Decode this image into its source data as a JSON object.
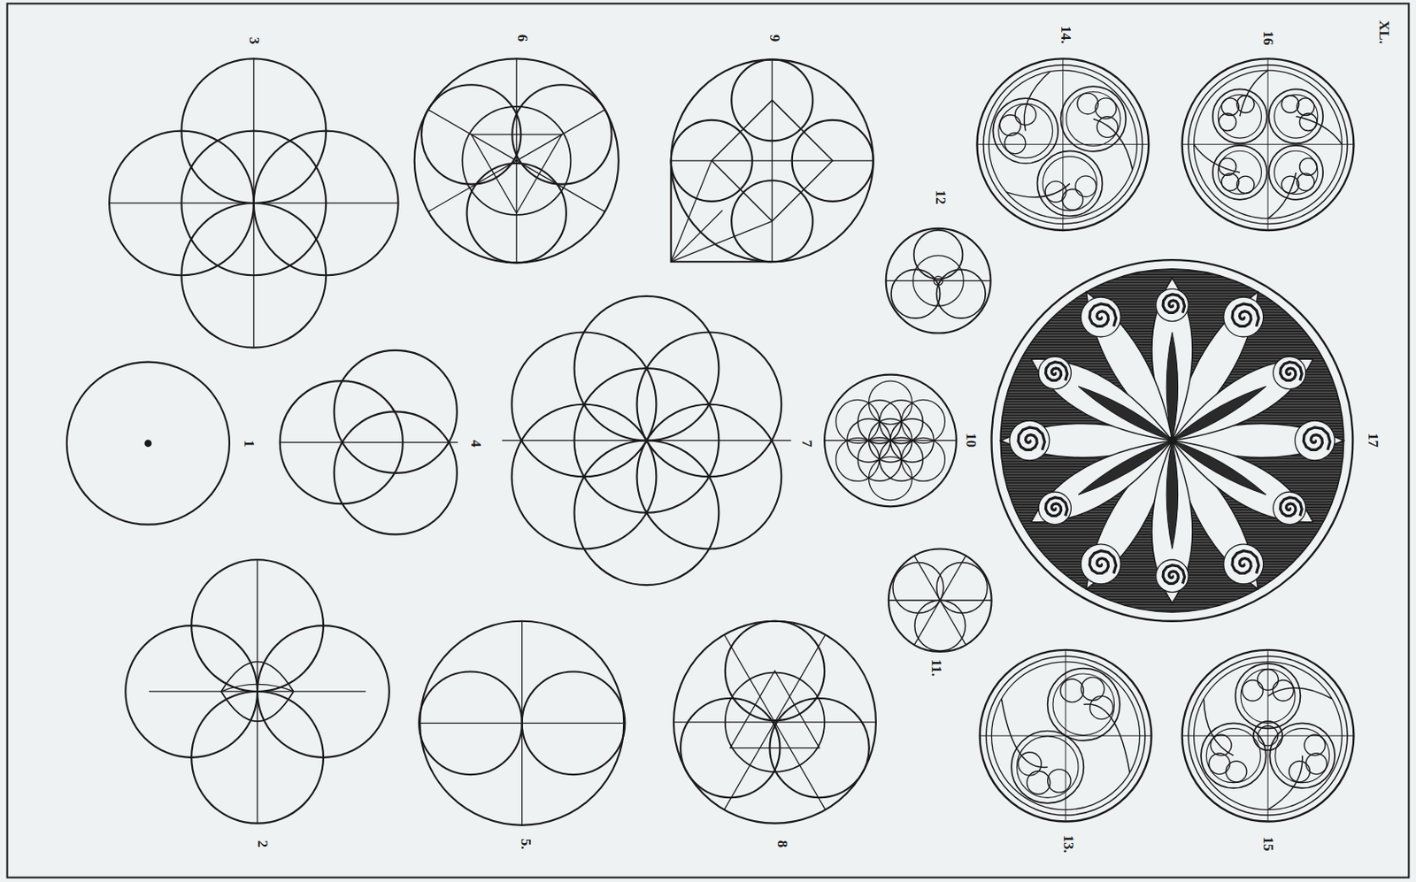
{
  "diagram": {
    "labels": [
      "3",
      "6",
      "9",
      "14.",
      "16",
      "12",
      "1",
      "4",
      "7",
      "10",
      "17",
      "11.",
      "2",
      "5.",
      "8",
      "13.",
      "15",
      "XL."
    ]
  }
}
